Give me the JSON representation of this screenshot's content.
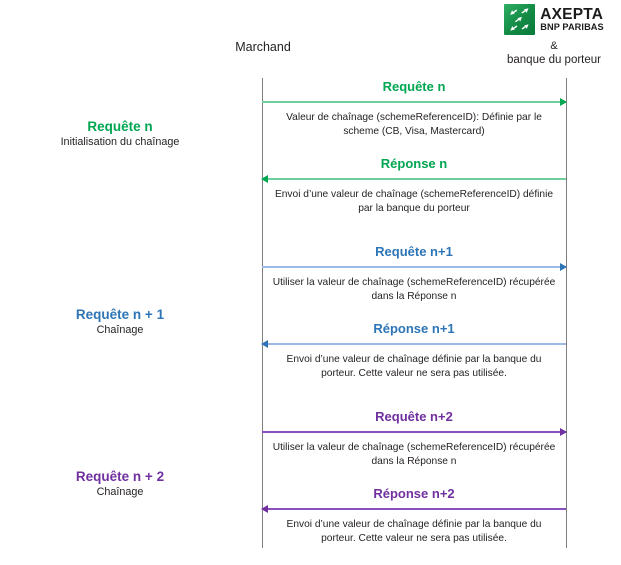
{
  "brand": {
    "logo_icon": "bnp-paribas-green-square-logo",
    "name": "AXEPTA",
    "parent": "BNP PARIBAS",
    "ampersand": "&",
    "subtitle": "banque du porteur"
  },
  "actors": {
    "merchant": "Marchand"
  },
  "colors": {
    "green": "#00a651",
    "green_line": "#6ecf9e",
    "blue": "#2e75b6",
    "blue_line": "#9cb9e8",
    "purple": "#7030a0",
    "purple_line": "#8b4fc0",
    "lifeline": "#7f7f7f",
    "text": "#231f20"
  },
  "steps": [
    {
      "title": "Requête n",
      "subtitle": "Initialisation du chaînage",
      "color": "#00a651"
    },
    {
      "title": "Requête n + 1",
      "subtitle": "Chaînage",
      "color": "#2e75b6"
    },
    {
      "title": "Requête n + 2",
      "subtitle": "Chaînage",
      "color": "#7030a0"
    }
  ],
  "messages": [
    {
      "title": "Requête n",
      "description": "Valeur de chaînage (schemeReferenceID): Définie par le scheme (CB, Visa, Mastercard)",
      "direction": "right",
      "color": "#00a651"
    },
    {
      "title": "Réponse n",
      "description": "Envoi d’une valeur de chaînage (schemeReferenceID) définie par la banque du porteur",
      "direction": "left",
      "color": "#00a651"
    },
    {
      "title": "Requête n+1",
      "description": "Utiliser la valeur de chaînage (schemeReferenceID) récupérée dans la Réponse n",
      "direction": "right",
      "color": "#2e75b6"
    },
    {
      "title": "Réponse n+1",
      "description": "Envoi d’une valeur de chaînage définie par la banque du porteur. Cette valeur ne sera pas utilisée.",
      "direction": "left",
      "color": "#2e75b6"
    },
    {
      "title": "Requête n+2",
      "description": "Utiliser la valeur de chaînage (schemeReferenceID) récupérée dans la Réponse n",
      "direction": "right",
      "color": "#7030a0"
    },
    {
      "title": "Réponse n+2",
      "description": "Envoi d’une valeur de chaînage définie par la banque du porteur. Cette valeur ne sera pas utilisée.",
      "direction": "left",
      "color": "#7030a0"
    }
  ]
}
